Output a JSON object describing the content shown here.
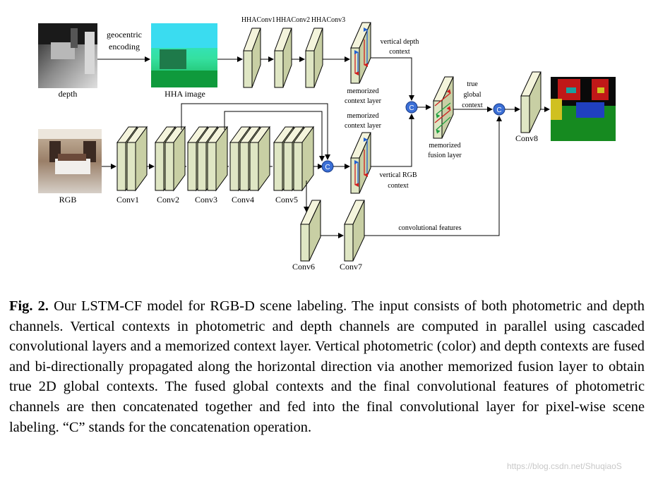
{
  "diagram": {
    "inputs": {
      "depth": "depth",
      "rgb": "RGB",
      "hha": "HHA image"
    },
    "encoding": [
      "geocentric",
      "encoding"
    ],
    "hha_convs": [
      "HHAConv1",
      "HHAConv2",
      "HHAConv3"
    ],
    "rgb_convs": [
      "Conv1",
      "Conv2",
      "Conv3",
      "Conv4",
      "Conv5"
    ],
    "branch_convs": [
      "Conv6",
      "Conv7"
    ],
    "final_conv": "Conv8",
    "memorized_context_top": [
      "memorized",
      "context layer"
    ],
    "memorized_context_mid": [
      "memorized",
      "context layer"
    ],
    "vertical_depth_context": [
      "vertical depth",
      "context"
    ],
    "vertical_rgb_context": [
      "vertical RGB",
      "context"
    ],
    "memorized_fusion": [
      "memorized",
      "fusion layer"
    ],
    "true_global_context": [
      "true",
      "global",
      "context"
    ],
    "convolutional_features": "convolutional features",
    "concat_symbol": "C"
  },
  "caption": {
    "label": "Fig. 2.",
    "text": "Our LSTM-CF model for RGB-D scene labeling. The input consists of both photometric and depth channels. Vertical contexts in photometric and depth channels are computed in parallel using cascaded convolutional layers and a memorized context layer. Vertical photometric (color) and depth contexts are fused and bi-directionally propagated along the horizontal direction via another memorized fusion layer to obtain true 2D global contexts. The fused global contexts and the final convolutional features of photometric channels are then concatenated together and fed into the final convolutional layer for pixel-wise scene labeling. “C” stands for the concatenation operation."
  },
  "watermark": "https://blog.csdn.net/ShuqiaoS"
}
